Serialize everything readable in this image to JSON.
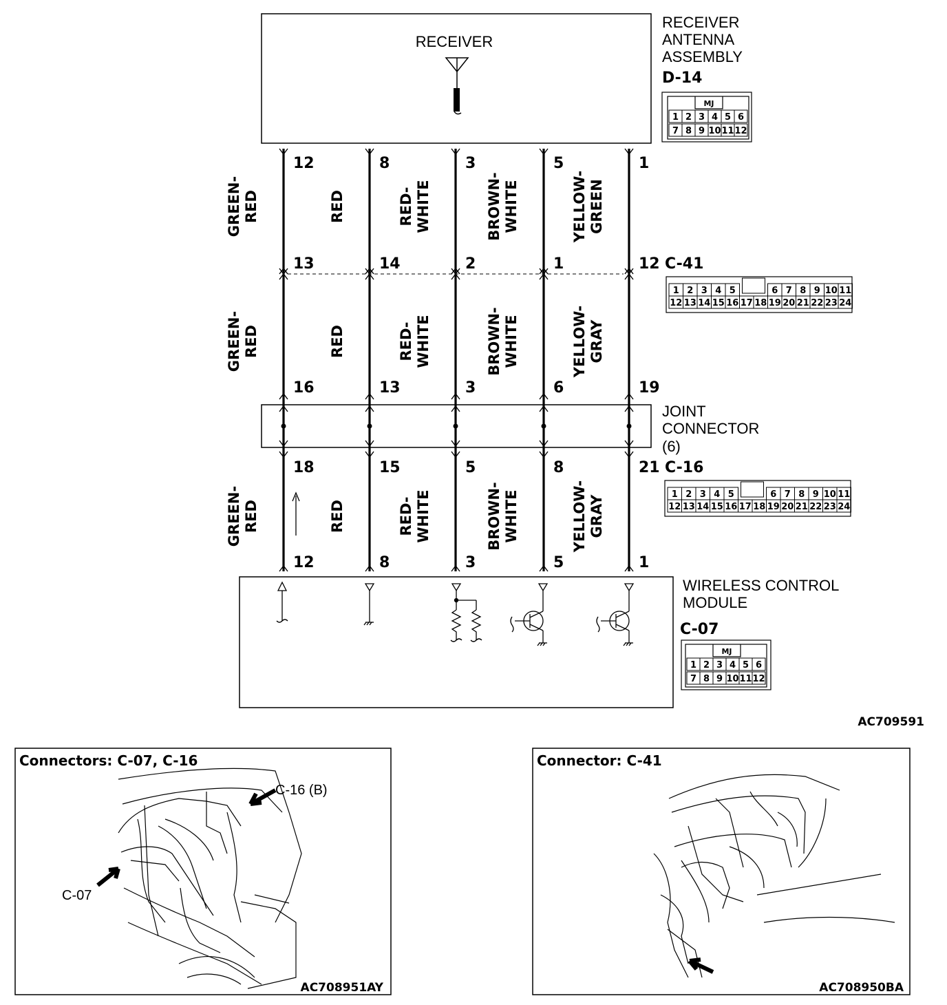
{
  "receiver": {
    "label": "RECEIVER",
    "assembly_lines": [
      "RECEIVER",
      "ANTENNA",
      "ASSEMBLY"
    ],
    "connector_id": "D-14",
    "connector_tag": "MJ",
    "pins_row1": [
      "1",
      "2",
      "3",
      "4",
      "5",
      "6"
    ],
    "pins_row2": [
      "7",
      "8",
      "9",
      "10",
      "11",
      "12"
    ]
  },
  "c41": {
    "id": "C-41",
    "pins_row1": [
      "1",
      "2",
      "3",
      "4",
      "5",
      "",
      "6",
      "7",
      "8",
      "9",
      "10",
      "11"
    ],
    "pins_row2": [
      "12",
      "13",
      "14",
      "15",
      "16",
      "17",
      "18",
      "19",
      "20",
      "21",
      "22",
      "23",
      "24"
    ]
  },
  "joint": {
    "lines": [
      "JOINT",
      "CONNECTOR",
      "(6)"
    ]
  },
  "c16": {
    "id": "C-16",
    "pins_row1": [
      "1",
      "2",
      "3",
      "4",
      "5",
      "",
      "6",
      "7",
      "8",
      "9",
      "10",
      "11"
    ],
    "pins_row2": [
      "12",
      "13",
      "14",
      "15",
      "16",
      "17",
      "18",
      "19",
      "20",
      "21",
      "22",
      "23",
      "24"
    ]
  },
  "module": {
    "lines": [
      "WIRELESS CONTROL",
      "MODULE"
    ],
    "connector_id": "C-07",
    "connector_tag": "MJ",
    "pins_row1": [
      "1",
      "2",
      "3",
      "4",
      "5",
      "6"
    ],
    "pins_row2": [
      "7",
      "8",
      "9",
      "10",
      "11",
      "12"
    ]
  },
  "wires": [
    {
      "d14_pin": "12",
      "c41_top": "13",
      "c41_bottom": "16",
      "c16_top": "18",
      "c07_pin": "12",
      "color1": [
        "GREEN-",
        "RED"
      ],
      "color2": [
        "GREEN-",
        "RED"
      ],
      "color3": [
        "GREEN-",
        "RED"
      ]
    },
    {
      "d14_pin": "8",
      "c41_top": "14",
      "c41_bottom": "13",
      "c16_top": "15",
      "c07_pin": "8",
      "color1": [
        "RED"
      ],
      "color2": [
        "RED"
      ],
      "color3": [
        "RED"
      ]
    },
    {
      "d14_pin": "3",
      "c41_top": "2",
      "c41_bottom": "3",
      "c16_top": "5",
      "c07_pin": "3",
      "color1": [
        "RED-",
        "WHITE"
      ],
      "color2": [
        "RED-",
        "WHITE"
      ],
      "color3": [
        "RED-",
        "WHITE"
      ]
    },
    {
      "d14_pin": "5",
      "c41_top": "1",
      "c41_bottom": "6",
      "c16_top": "8",
      "c07_pin": "5",
      "color1": [
        "BROWN-",
        "WHITE"
      ],
      "color2": [
        "BROWN-",
        "WHITE"
      ],
      "color3": [
        "BROWN-",
        "WHITE"
      ]
    },
    {
      "d14_pin": "1",
      "c41_top": "12",
      "c41_bottom": "19",
      "c16_top": "21",
      "c07_pin": "1",
      "color1": [
        "YELLOW-",
        "GREEN"
      ],
      "color2": [
        "YELLOW-",
        "GRAY"
      ],
      "color3": [
        "YELLOW-",
        "GRAY"
      ]
    }
  ],
  "figure_code": "AC709591",
  "panel_left": {
    "title": "Connectors: C-07, C-16",
    "callout_c16": "C-16 (B)",
    "callout_c07": "C-07",
    "code": "AC708951AY"
  },
  "panel_right": {
    "title": "Connector: C-41",
    "code": "AC708950BA"
  }
}
